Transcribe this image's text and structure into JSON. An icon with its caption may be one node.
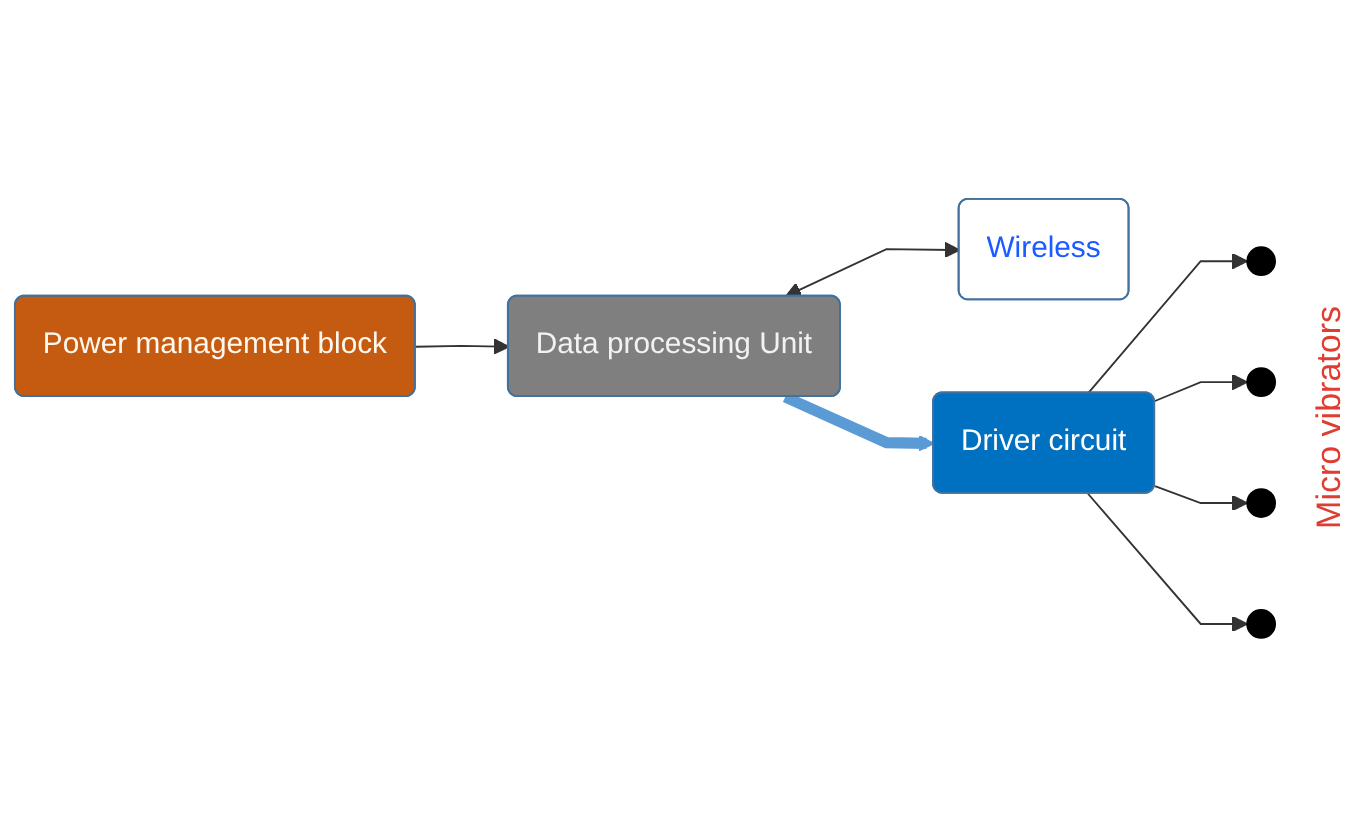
{
  "diagram": {
    "nodes": [
      {
        "text": [
          "Wireless"
        ]
      },
      {
        "text": [
          "Data processing Unit"
        ]
      },
      {
        "text": [
          "Power management block"
        ]
      },
      {
        "text": [
          "Driver circuit"
        ]
      },
      {
        "text": [],
        "shape": "circle"
      },
      {
        "text": [],
        "shape": "circle"
      },
      {
        "text": [],
        "shape": "circle"
      },
      {
        "text": [],
        "shape": "circle"
      }
    ],
    "edges": [
      {
        "from": 1,
        "to": 0,
        "arrow": "both"
      },
      {
        "from": 2,
        "to": 1,
        "arrow": "to"
      },
      {
        "from": 1,
        "to": 3,
        "arrow": "to",
        "style": "thick",
        "color": "#5b9bd5"
      },
      {
        "from": 3,
        "to": 4,
        "arrow": "to"
      },
      {
        "from": 3,
        "to": 5,
        "arrow": "to"
      },
      {
        "from": 3,
        "to": 6,
        "arrow": "to"
      },
      {
        "from": 3,
        "to": 7,
        "arrow": "to"
      }
    ],
    "labels": [
      "Micro vibrators"
    ]
  }
}
